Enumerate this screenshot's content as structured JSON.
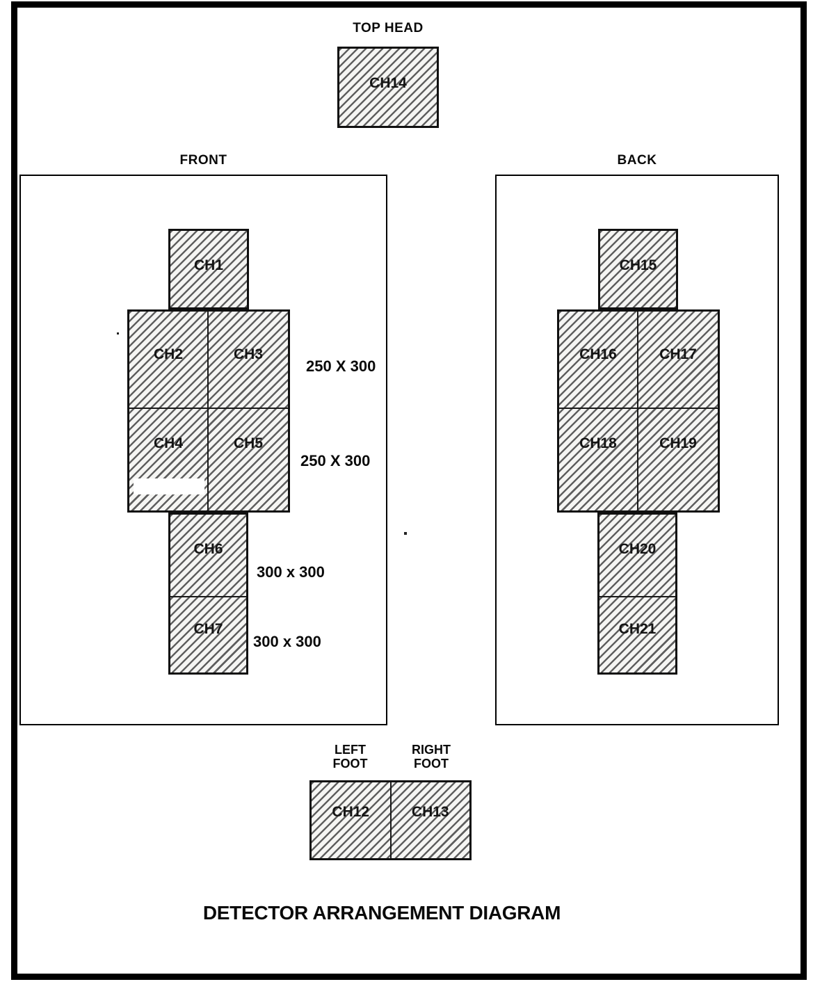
{
  "page_title": "DETECTOR ARRANGEMENT DIAGRAM",
  "top_head": {
    "label": "TOP HEAD",
    "channel": "CH14"
  },
  "front": {
    "label": "FRONT",
    "head_channel": "CH1",
    "torso_channels": [
      "CH2",
      "CH3",
      "CH4",
      "CH5"
    ],
    "leg_channels": [
      "CH6",
      "CH7"
    ],
    "torso_dim_upper": "250 X 300",
    "torso_dim_lower": "250 X 300",
    "leg_dim_upper": "300 x 300",
    "leg_dim_lower": "300 x 300"
  },
  "back": {
    "label": "BACK",
    "head_channel": "CH15",
    "torso_channels": [
      "CH16",
      "CH17",
      "CH18",
      "CH19"
    ],
    "leg_channels": [
      "CH20",
      "CH21"
    ]
  },
  "feet": {
    "left_label_line1": "LEFT",
    "left_label_line2": "FOOT",
    "right_label_line1": "RIGHT",
    "right_label_line2": "FOOT",
    "left_channel": "CH12",
    "right_channel": "CH13"
  }
}
